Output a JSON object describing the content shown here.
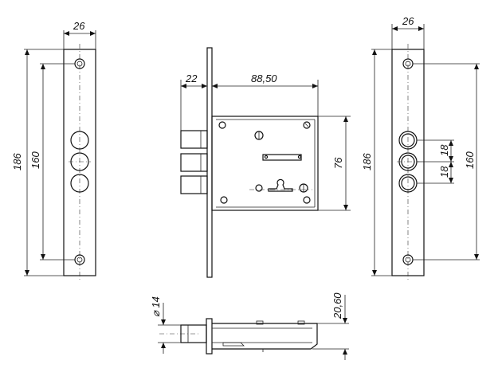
{
  "dimensions": {
    "faceplate_width_left": "26",
    "faceplate_width_right": "26",
    "overall_height_left": "186",
    "hole_spacing_left": "160",
    "overall_height_right": "186",
    "hole_spacing_right": "160",
    "backset": "22",
    "body_depth": "88,50",
    "body_height": "76",
    "bolt_pitch_upper": "18",
    "bolt_pitch_lower": "18",
    "bolt_diameter": "⌀ 14",
    "bottom_thickness": "20,60"
  }
}
